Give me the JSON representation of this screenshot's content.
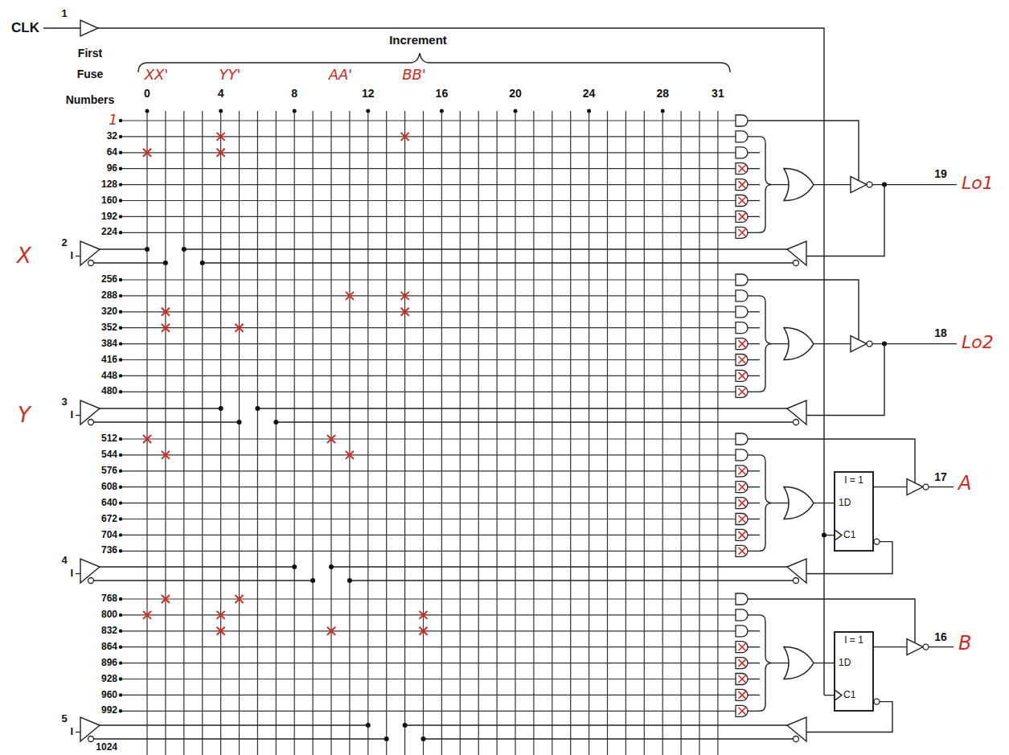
{
  "diagram": {
    "nodes": [
      {
        "text": [
          "I = 1",
          "1D",
          "C1"
        ]
      },
      {
        "text": [
          "I = 1",
          "1D",
          "C1"
        ]
      }
    ],
    "labels": [
      "CLK",
      "1",
      "Increment",
      "First",
      "Fuse",
      "Numbers",
      "XX'",
      "YY'",
      "AA'",
      "BB'",
      "0",
      "4",
      "8",
      "12",
      "16",
      "20",
      "24",
      "28",
      "31",
      "1",
      "32",
      "64",
      "96",
      "128",
      "160",
      "192",
      "224",
      "X",
      "2",
      "I",
      "256",
      "288",
      "320",
      "352",
      "384",
      "416",
      "448",
      "480",
      "Y",
      "3",
      "I",
      "512",
      "544",
      "576",
      "608",
      "640",
      "672",
      "704",
      "736",
      "4",
      "I",
      "768",
      "800",
      "832",
      "864",
      "896",
      "928",
      "960",
      "992",
      "5",
      "I",
      "1024",
      "19",
      "Lo1",
      "18",
      "Lo2",
      "17",
      "A",
      "16",
      "B"
    ]
  }
}
